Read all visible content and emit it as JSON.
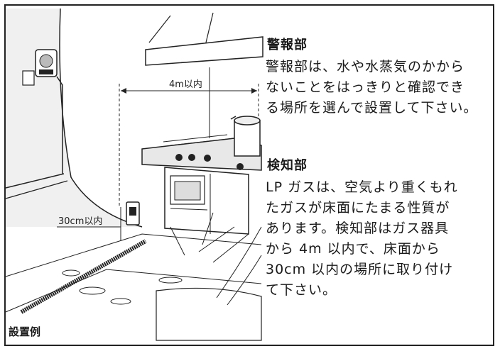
{
  "alarm_section": {
    "heading": "警報部",
    "lines": [
      "警報部は、水や水蒸気のかから",
      "ないことをはっきりと確認でき",
      "る場所を選んで設置して下さい。"
    ]
  },
  "detector_section": {
    "heading": "検知部",
    "lines": [
      "LP ガスは、空気より重くもれ",
      "たガスが床面にたまる性質が",
      "あります。検知部はガス器具",
      "から 4m 以内で、床面から",
      "30cm 以内の場所に取り付け",
      "て下さい。"
    ]
  },
  "dimensions": {
    "horizontal": "4m以内",
    "vertical": "30cm以内"
  },
  "caption": "設置例"
}
